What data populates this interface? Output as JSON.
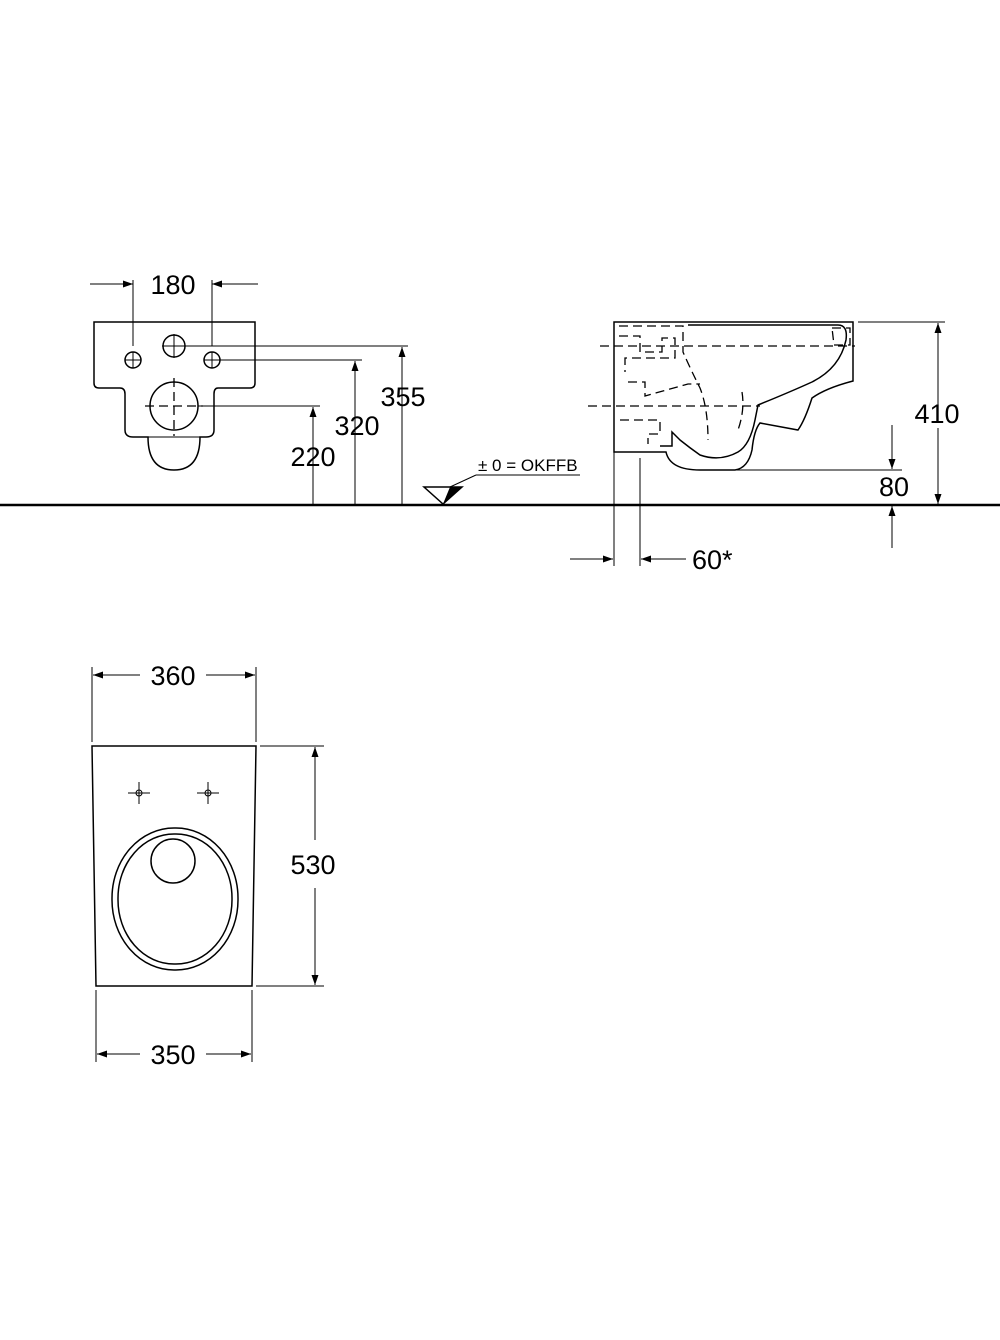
{
  "dimensions": {
    "front_hole_spacing": "180",
    "front_upper_height": "355",
    "front_hole_height": "320",
    "front_outlet_height": "220",
    "floor_reference": "± 0 = OKFFB",
    "side_total_height": "410",
    "side_bottom_clearance": "80",
    "side_wall_offset": "60*",
    "top_width_back": "360",
    "top_depth": "530",
    "top_width_front": "350"
  }
}
